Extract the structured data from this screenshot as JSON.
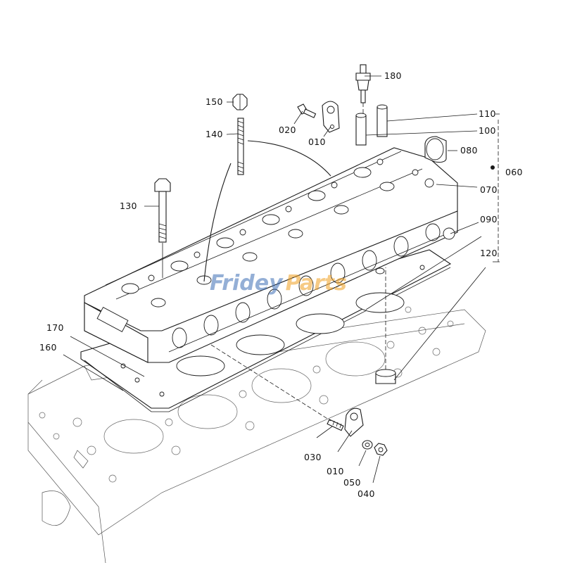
{
  "watermark": {
    "text_a": "Fridey",
    "text_b": "Parts"
  },
  "labels": {
    "p180": "180",
    "p150": "150",
    "p140": "140",
    "p130": "130",
    "p020": "020",
    "p010_top": "010",
    "p110": "110",
    "p100": "100",
    "p080": "080",
    "p060": "060",
    "p070": "070",
    "p090": "090",
    "p120": "120",
    "p170": "170",
    "p160": "160",
    "p030": "030",
    "p010_bottom": "010",
    "p050": "050",
    "p040": "040"
  },
  "colors": {
    "line": "#1a1a1a",
    "watermark_blue": "#3d6fb6",
    "watermark_orange": "#f0a020"
  }
}
